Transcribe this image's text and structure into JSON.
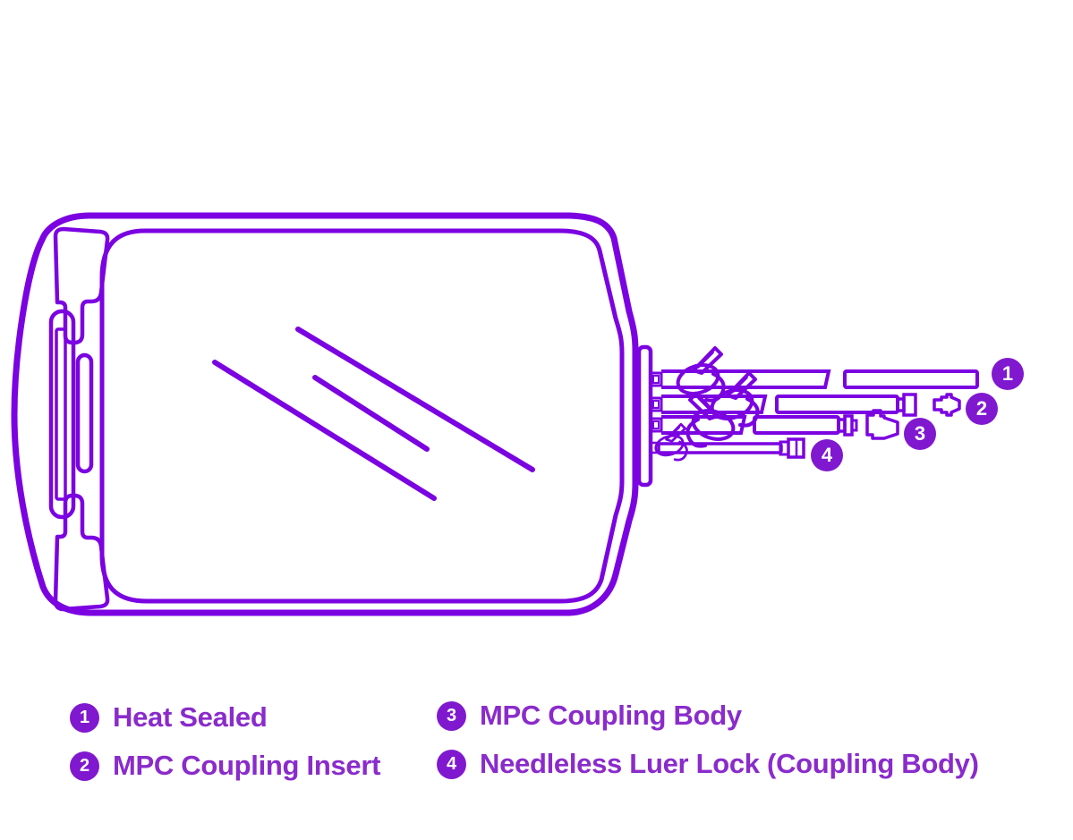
{
  "colors": {
    "line": "#7b02e1",
    "text": "#8a2bcb",
    "badge": "#8018d0",
    "badge_text": "#ffffff",
    "background": "#ffffff"
  },
  "diagram": {
    "callouts": [
      {
        "number": "1"
      },
      {
        "number": "2"
      },
      {
        "number": "3"
      },
      {
        "number": "4"
      }
    ]
  },
  "legend": {
    "items": [
      {
        "number": "1",
        "label": "Heat Sealed"
      },
      {
        "number": "2",
        "label": "MPC Coupling Insert"
      },
      {
        "number": "3",
        "label": "MPC Coupling Body"
      },
      {
        "number": "4",
        "label": "Needleless Luer Lock (Coupling Body)"
      }
    ]
  }
}
